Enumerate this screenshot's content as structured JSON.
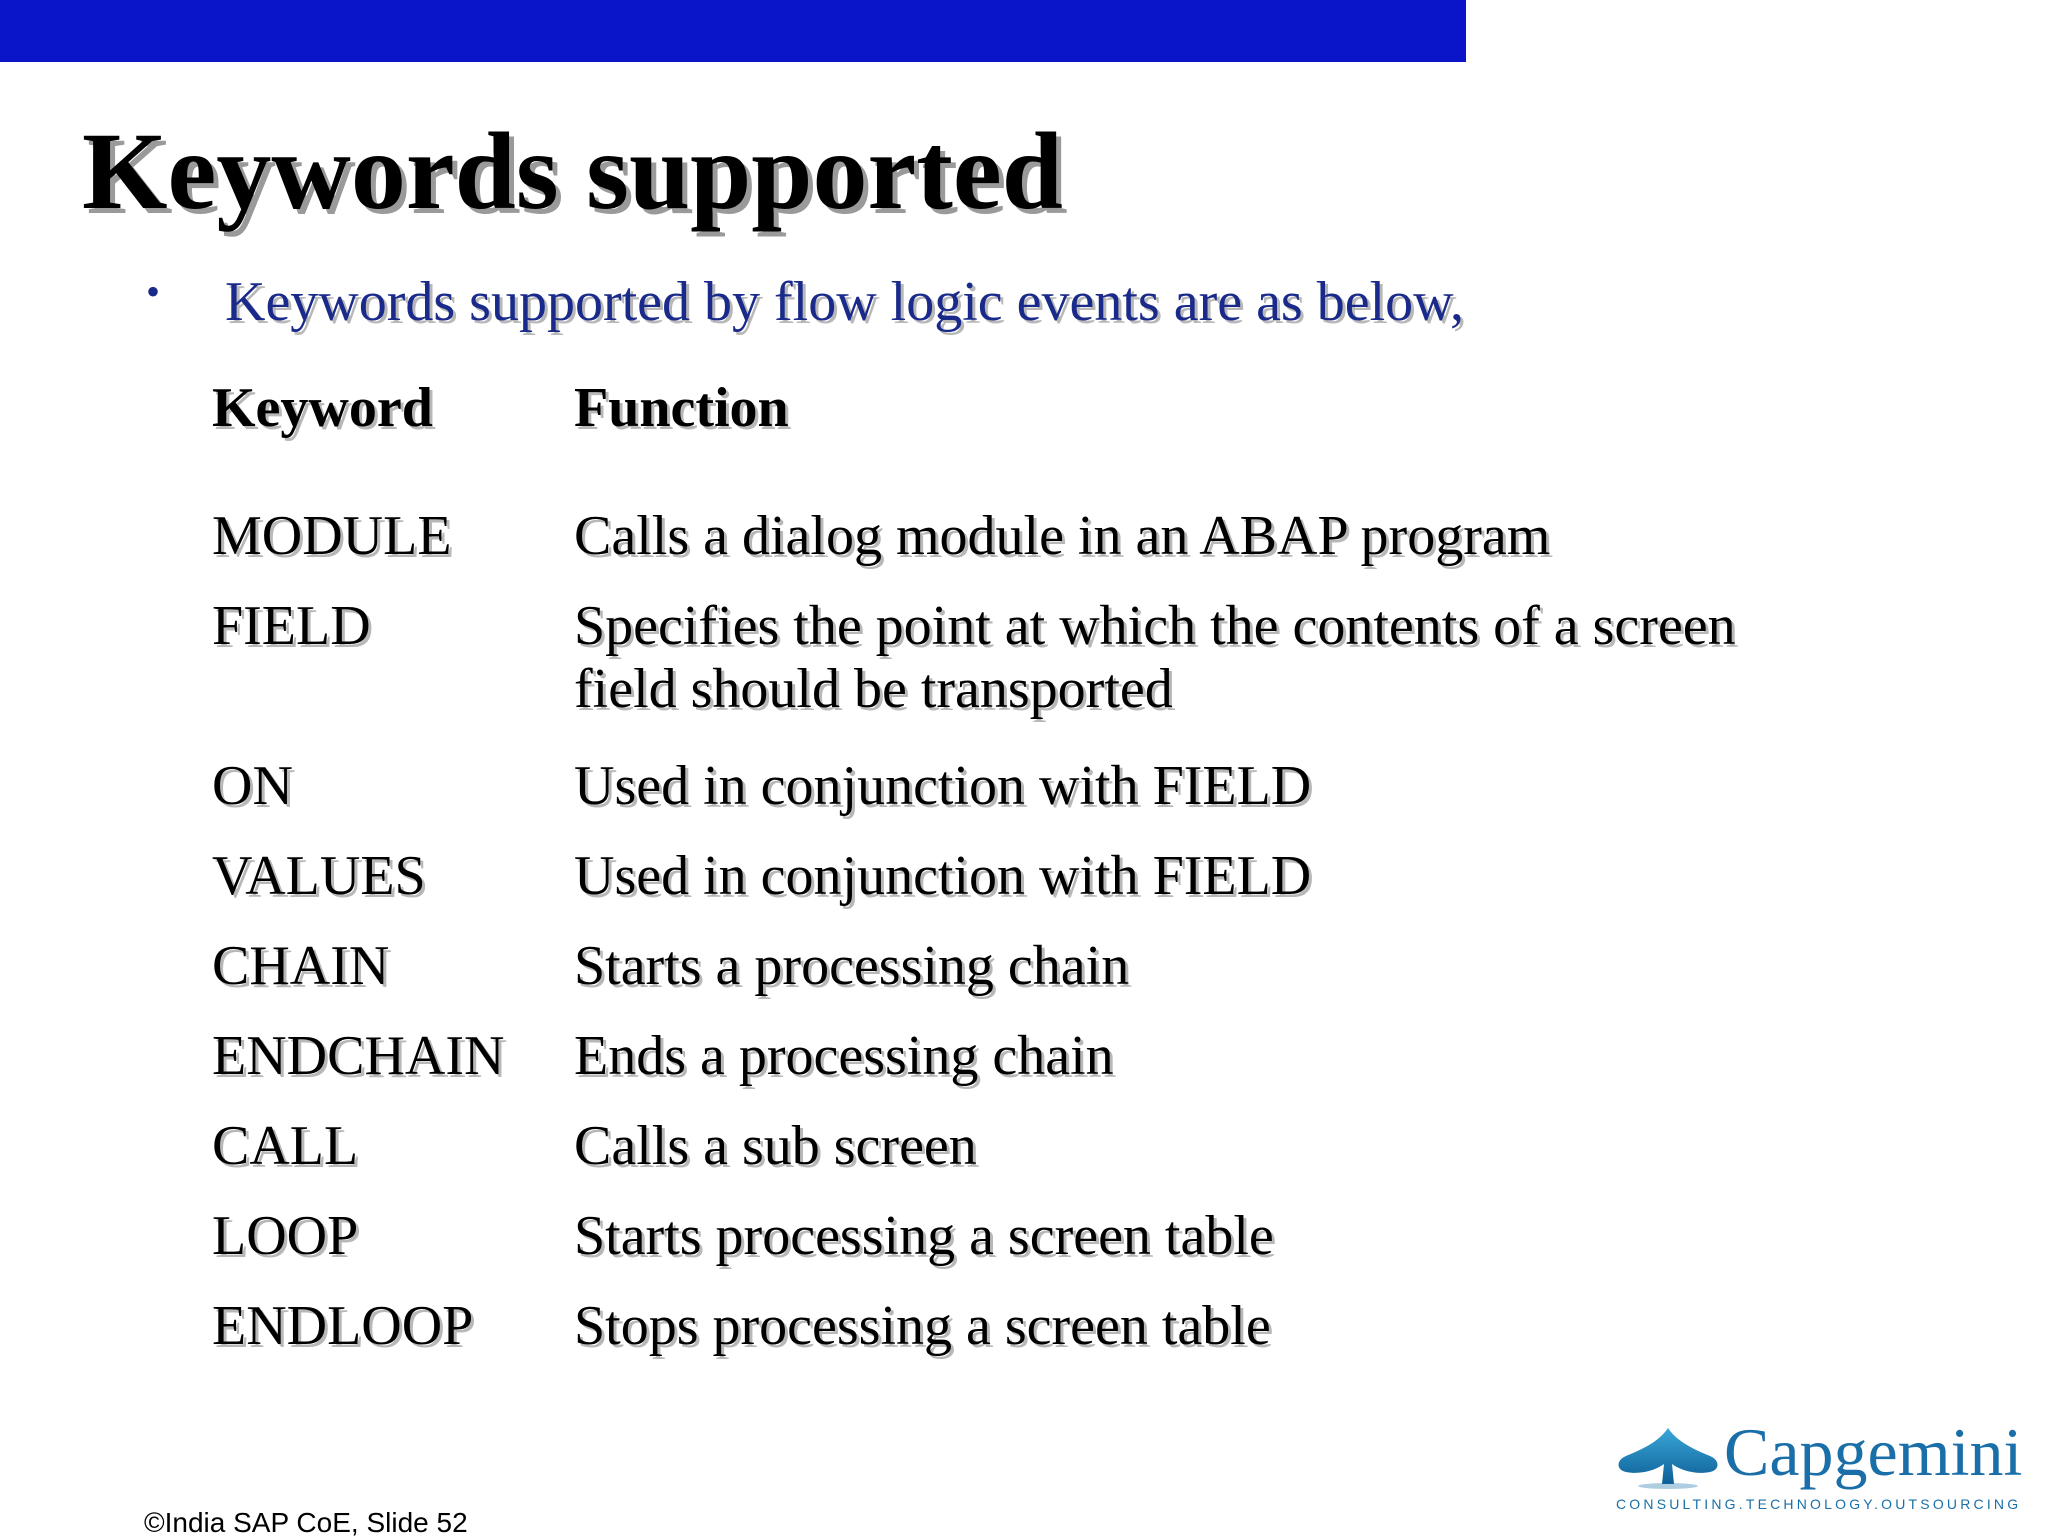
{
  "slide": {
    "title": "Keywords supported",
    "bullet": "Keywords supported by flow logic events are as below,",
    "bullet_symbol": "•"
  },
  "table": {
    "headers": {
      "keyword": "Keyword",
      "function": "Function"
    },
    "rows": [
      {
        "keyword": "MODULE",
        "function": "Calls a dialog module in an ABAP program"
      },
      {
        "keyword": "FIELD",
        "function": "Specifies the point at which the contents of a screen field should be transported"
      },
      {
        "keyword": "ON",
        "function": "Used in conjunction with FIELD"
      },
      {
        "keyword": "VALUES",
        "function": "Used in conjunction with FIELD"
      },
      {
        "keyword": "CHAIN",
        "function": "Starts a processing chain"
      },
      {
        "keyword": "ENDCHAIN",
        "function": "Ends a processing chain"
      },
      {
        "keyword": "CALL",
        "function": "Calls a sub screen"
      },
      {
        "keyword": "LOOP",
        "function": "Starts processing a screen table"
      },
      {
        "keyword": "ENDLOOP",
        "function": "Stops processing a screen table"
      }
    ]
  },
  "footer": {
    "copyright": "©India SAP CoE, Slide 52"
  },
  "logo": {
    "name": "Capgemini",
    "tagline": "CONSULTING.TECHNOLOGY.OUTSOURCING",
    "icon": "spade-icon"
  },
  "colors": {
    "top_bar": "#0a14c8",
    "bullet_text": "#1a2a8a",
    "logo": "#1a6fa8"
  }
}
